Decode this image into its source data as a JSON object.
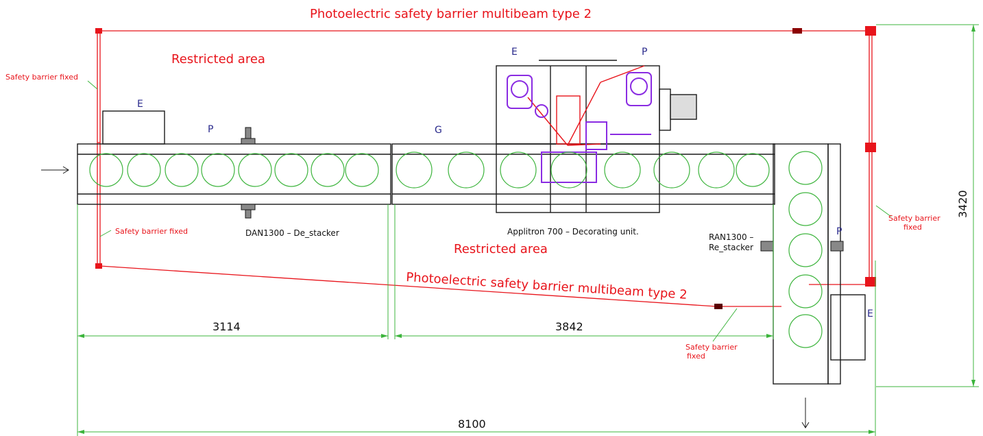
{
  "labels": {
    "barrier_top": "Photoelectric safety barrier multibeam type 2",
    "barrier_bottom": "Photoelectric safety barrier multibeam type 2",
    "restricted_top": "Restricted area",
    "restricted_mid": "Restricted area",
    "fixed_left_top": "Safety barrier fixed",
    "fixed_left_bottom": "Safety barrier fixed",
    "fixed_right_l1": "Safety barrier",
    "fixed_right_l2": "fixed",
    "fixed_bottom_l1": "Safety barrier",
    "fixed_bottom_l2": "fixed"
  },
  "machines": {
    "destacker": "DAN1300 – De_stacker",
    "decorator": "Applitron 700 – Decorating unit.",
    "restacker_l1": "RAN1300 –",
    "restacker_l2": "Re_stacker"
  },
  "markers": {
    "e1": "E",
    "p1": "P",
    "e2": "E",
    "p2": "P",
    "g": "G",
    "p3": "P",
    "e3": "E"
  },
  "dimensions": {
    "d1": "3114",
    "d2": "3842",
    "total": "8100",
    "height": "3420"
  },
  "colors": {
    "red": "#e8141b",
    "green": "#3cb43c",
    "blue": "#2a2a8c",
    "purple": "#8a2be2",
    "black": "#1a1a1a"
  }
}
